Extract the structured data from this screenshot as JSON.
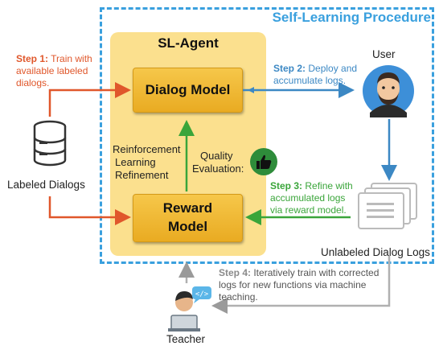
{
  "procedure_title": "Self-Learning Procedure",
  "agent_title": "SL-Agent",
  "dialog_model": "Dialog Model",
  "reward_model_line1": "Reward",
  "reward_model_line2": "Model",
  "labeled_dialogs": "Labeled Dialogs",
  "user_label": "User",
  "unlabeled_logs": "Unlabeled Dialog Logs",
  "teacher_label": "Teacher",
  "rl_refinement": [
    "Reinforcement",
    "Learning",
    "Refinement"
  ],
  "quality_eval": [
    "Quality",
    "Evaluation:"
  ],
  "step1": {
    "title": "Step 1:",
    "text1": " Train with",
    "line2": "available labeled",
    "line3": "dialogs."
  },
  "step2": {
    "title": "Step 2:",
    "text1": " Deploy and",
    "line2": "accumulate logs."
  },
  "step3": {
    "title": "Step 3:",
    "text1": " Refine with",
    "line2": "accumulated logs",
    "line3": "via reward model."
  },
  "step4": {
    "title": "Step 4:",
    "text1": " Iteratively train with corrected",
    "line2": "logs for new functions via machine",
    "line3": "teaching."
  },
  "colors": {
    "dashed_border": "#3aa0de",
    "agent_bg": "#fbe08e",
    "step1": "#e0572b",
    "step2": "#3c88c4",
    "step3": "#3aa53a",
    "step4": "#9a9a9a"
  }
}
